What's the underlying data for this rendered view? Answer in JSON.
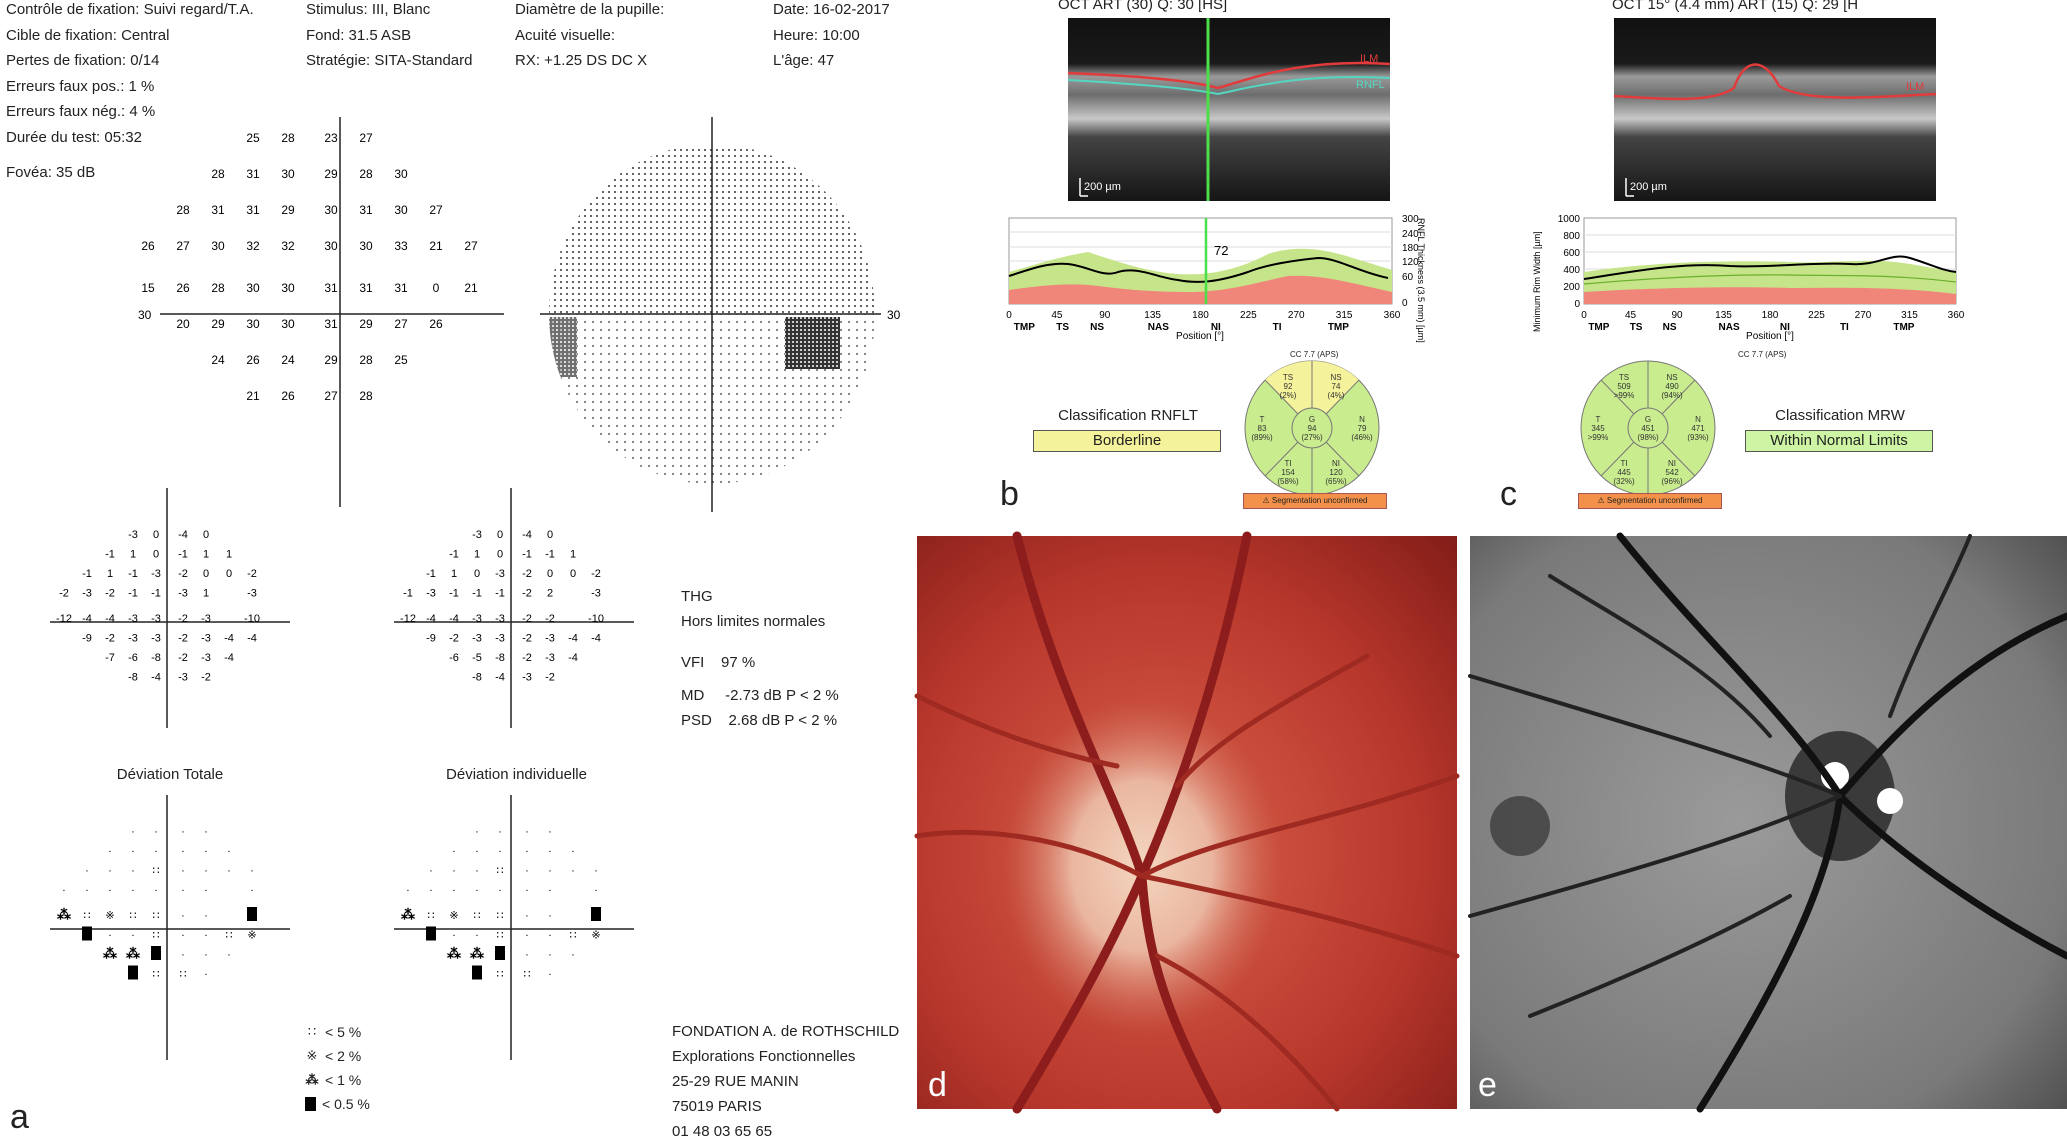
{
  "panels": {
    "a": "a",
    "b": "b",
    "c": "c",
    "d": "d",
    "e": "e"
  },
  "vf_header": {
    "col1": [
      "Contrôle de fixation: Suivi regard/T.A.",
      "Cible de fixation: Central",
      "Pertes de fixation: 0/14",
      "Erreurs faux pos.:   1 %",
      "Erreurs faux nég.:   4 %",
      "Durée du test: 05:32",
      "Fovéa: 35 dB"
    ],
    "col2": [
      "Stimulus: III, Blanc",
      "Fond: 31.5 ASB",
      "Stratégie: SITA-Standard"
    ],
    "col3": [
      "Diamètre de la pupille:",
      "Acuité visuelle:",
      "RX: +1.25 DS      DC  X"
    ],
    "col4": [
      "Date: 16-02-2017",
      "Heure: 10:00",
      "L'âge: 47"
    ]
  },
  "threshold": {
    "axis_label": "30",
    "rows": [
      [
        "",
        "",
        "",
        "25",
        "28",
        "23",
        "27",
        "",
        "",
        ""
      ],
      [
        "",
        "",
        "28",
        "31",
        "30",
        "29",
        "28",
        "30",
        "",
        ""
      ],
      [
        "",
        "28",
        "31",
        "31",
        "29",
        "30",
        "31",
        "30",
        "27",
        ""
      ],
      [
        "26",
        "27",
        "30",
        "32",
        "32",
        "30",
        "30",
        "33",
        "21",
        "27"
      ],
      [
        "15",
        "26",
        "28",
        "30",
        "30",
        "31",
        "31",
        "31",
        "0",
        "21"
      ],
      [
        "",
        "20",
        "29",
        "30",
        "30",
        "31",
        "29",
        "27",
        "26",
        ""
      ],
      [
        "",
        "",
        "24",
        "26",
        "24",
        "29",
        "28",
        "25",
        "",
        ""
      ],
      [
        "",
        "",
        "",
        "21",
        "26",
        "27",
        "28",
        "",
        "",
        ""
      ]
    ]
  },
  "greyscale": {
    "axis_label": "30"
  },
  "total_dev": {
    "title": "Déviation Totale",
    "rows": [
      [
        "",
        "",
        "",
        "-3",
        "0",
        "-4",
        "0",
        "",
        "",
        ""
      ],
      [
        "",
        "",
        "-1",
        "1",
        "0",
        "-1",
        "1",
        "1",
        "",
        ""
      ],
      [
        "",
        "-1",
        "1",
        "-1",
        "-3",
        "-2",
        "0",
        "0",
        "-2",
        ""
      ],
      [
        "-2",
        "-3",
        "-2",
        "-1",
        "-1",
        "-3",
        "1",
        "",
        "-3",
        ""
      ],
      [
        "-12",
        "-4",
        "-4",
        "-3",
        "-3",
        "-2",
        "-3",
        "",
        "-10",
        ""
      ],
      [
        "",
        "-9",
        "-2",
        "-3",
        "-3",
        "-2",
        "-3",
        "-4",
        "-4",
        ""
      ],
      [
        "",
        "",
        "-7",
        "-6",
        "-8",
        "-2",
        "-3",
        "-4",
        "",
        ""
      ],
      [
        "",
        "",
        "",
        "-8",
        "-4",
        "-3",
        "-2",
        "",
        "",
        ""
      ]
    ]
  },
  "pattern_dev": {
    "title": "Déviation individuelle",
    "rows": [
      [
        "",
        "",
        "",
        "-3",
        "0",
        "-4",
        "0",
        "",
        "",
        ""
      ],
      [
        "",
        "",
        "-1",
        "1",
        "0",
        "-1",
        "-1",
        "1",
        "",
        ""
      ],
      [
        "",
        "-1",
        "1",
        "0",
        "-3",
        "-2",
        "0",
        "0",
        "-2",
        ""
      ],
      [
        "-1",
        "-3",
        "-1",
        "-1",
        "-1",
        "-2",
        "2",
        "",
        "-3",
        ""
      ],
      [
        "-12",
        "-4",
        "-4",
        "-3",
        "-3",
        "-2",
        "-2",
        "",
        "-10",
        ""
      ],
      [
        "",
        "-9",
        "-2",
        "-3",
        "-3",
        "-2",
        "-3",
        "-4",
        "-4",
        ""
      ],
      [
        "",
        "",
        "-6",
        "-5",
        "-8",
        "-2",
        "-3",
        "-4",
        "",
        ""
      ],
      [
        "",
        "",
        "",
        "-8",
        "-4",
        "-3",
        "-2",
        "",
        "",
        ""
      ]
    ]
  },
  "indices": {
    "thg": "THG",
    "thg_result": "Hors limites normales",
    "vfi_label": "VFI",
    "vfi": "97 %",
    "md_label": "MD",
    "md": "-2.73 dB  P < 2 %",
    "psd_label": "PSD",
    "psd": "2.68 dB  P < 2 %"
  },
  "legend": [
    "< 5 %",
    "< 2 %",
    "< 1 %",
    "< 0.5 %"
  ],
  "address": [
    "FONDATION A. de ROTHSCHILD",
    "Explorations Fonctionnelles",
    "25-29 RUE MANIN",
    "75019 PARIS",
    "01 48 03 65 65"
  ],
  "oct_b": {
    "title": "OCT ART (30) Q: 30 [HS]",
    "scale_label": "200 µm",
    "ilm": "ILM",
    "rnfl": "RNFL",
    "marker_value": "72",
    "ylabel": "RNFL Thickness (3.5 mm) [µm]",
    "yticks": [
      "300",
      "240",
      "180",
      "120",
      "60",
      "0"
    ],
    "xticks": [
      "0",
      "45",
      "90",
      "135",
      "180",
      "225",
      "270",
      "315",
      "360"
    ],
    "sectors": [
      "TMP",
      "TS",
      "NS",
      "NAS",
      "NI",
      "TI",
      "TMP"
    ],
    "xlabel": "Position [°]",
    "classification_label": "Classification RNFLT",
    "classification_result": "Borderline",
    "cc": "CC 7.7 (APS)",
    "wheel": {
      "TS": [
        "TS",
        "92",
        "(2%)"
      ],
      "NS": [
        "NS",
        "74",
        "(4%)"
      ],
      "T": [
        "T",
        "83",
        "(89%)"
      ],
      "G": [
        "G",
        "94",
        "(27%)"
      ],
      "N": [
        "N",
        "79",
        "(46%)"
      ],
      "TI": [
        "TI",
        "154",
        "(58%)"
      ],
      "NI": [
        "NI",
        "120",
        "(65%)"
      ]
    },
    "warning": "Segmentation unconfirmed"
  },
  "oct_c": {
    "title": "OCT 15° (4.4 mm) ART (15) Q: 29 [H",
    "scale_label": "200 µm",
    "ilm": "ILM",
    "ylabel": "Minimum Rim Width [µm]",
    "yticks": [
      "1000",
      "800",
      "600",
      "400",
      "200",
      "0"
    ],
    "xticks": [
      "0",
      "45",
      "90",
      "135",
      "180",
      "225",
      "270",
      "315",
      "360"
    ],
    "sectors": [
      "TMP",
      "TS",
      "NS",
      "NAS",
      "NI",
      "TI",
      "TMP"
    ],
    "xlabel": "Position [°]",
    "classification_label": "Classification MRW",
    "classification_result": "Within Normal Limits",
    "cc": "CC 7.7 (APS)",
    "wheel": {
      "TS": [
        "TS",
        "509",
        ">99%"
      ],
      "NS": [
        "NS",
        "490",
        "(94%)"
      ],
      "T": [
        "T",
        "345",
        ">99%"
      ],
      "G": [
        "G",
        "451",
        "(98%)"
      ],
      "N": [
        "N",
        "471",
        "(93%)"
      ],
      "TI": [
        "TI",
        "445",
        "(32%)"
      ],
      "NI": [
        "NI",
        "542",
        "(96%)"
      ]
    },
    "warning": "Segmentation unconfirmed"
  },
  "colors": {
    "rnfl_green": "#c6e58a",
    "rnfl_red": "#f0867a",
    "borderline": "#f4f29a",
    "wnl": "#cdf5a3",
    "wheel_green": "#c9ec8f",
    "warn": "#f3914a"
  }
}
